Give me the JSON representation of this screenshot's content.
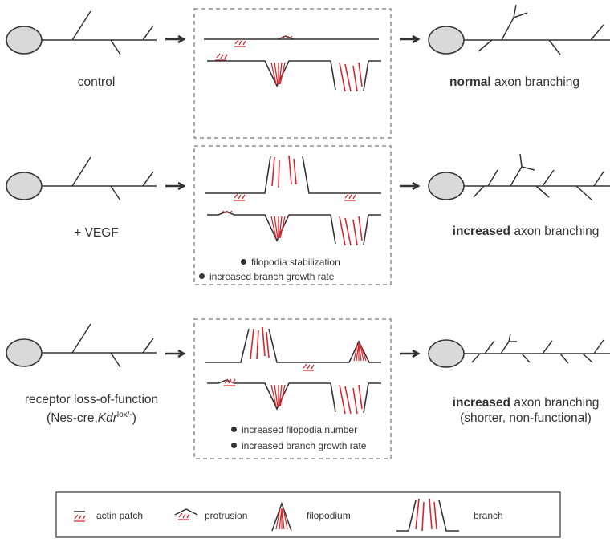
{
  "rows": [
    {
      "left_label": "control",
      "result_strong": "normal",
      "result_rest": " axon branching",
      "result_sub": "",
      "notes": []
    },
    {
      "left_label": "+ VEGF",
      "result_strong": "increased",
      "result_rest": " axon branching",
      "result_sub": "",
      "notes": [
        "filopodia stabilization",
        "increased branch growth rate"
      ]
    },
    {
      "left_label": "receptor loss-of-function",
      "left_label_line2_prefix": "(Nes-cre,",
      "left_label_line2_gene": "Kdr",
      "left_label_line2_sup": "lox/-",
      "left_label_line2_suffix": ")",
      "result_strong": "increased",
      "result_rest": " axon branching",
      "result_sub": "(shorter, non-functional)",
      "notes": [
        "increased filopodia number",
        "increased branch growth rate"
      ]
    }
  ],
  "legend": {
    "actin_patch": "actin patch",
    "protrusion": "protrusion",
    "filopodium": "filopodium",
    "branch": "branch"
  },
  "colors": {
    "actin": "#d9272e",
    "line": "#333333",
    "soma": "#d9d9d9"
  }
}
